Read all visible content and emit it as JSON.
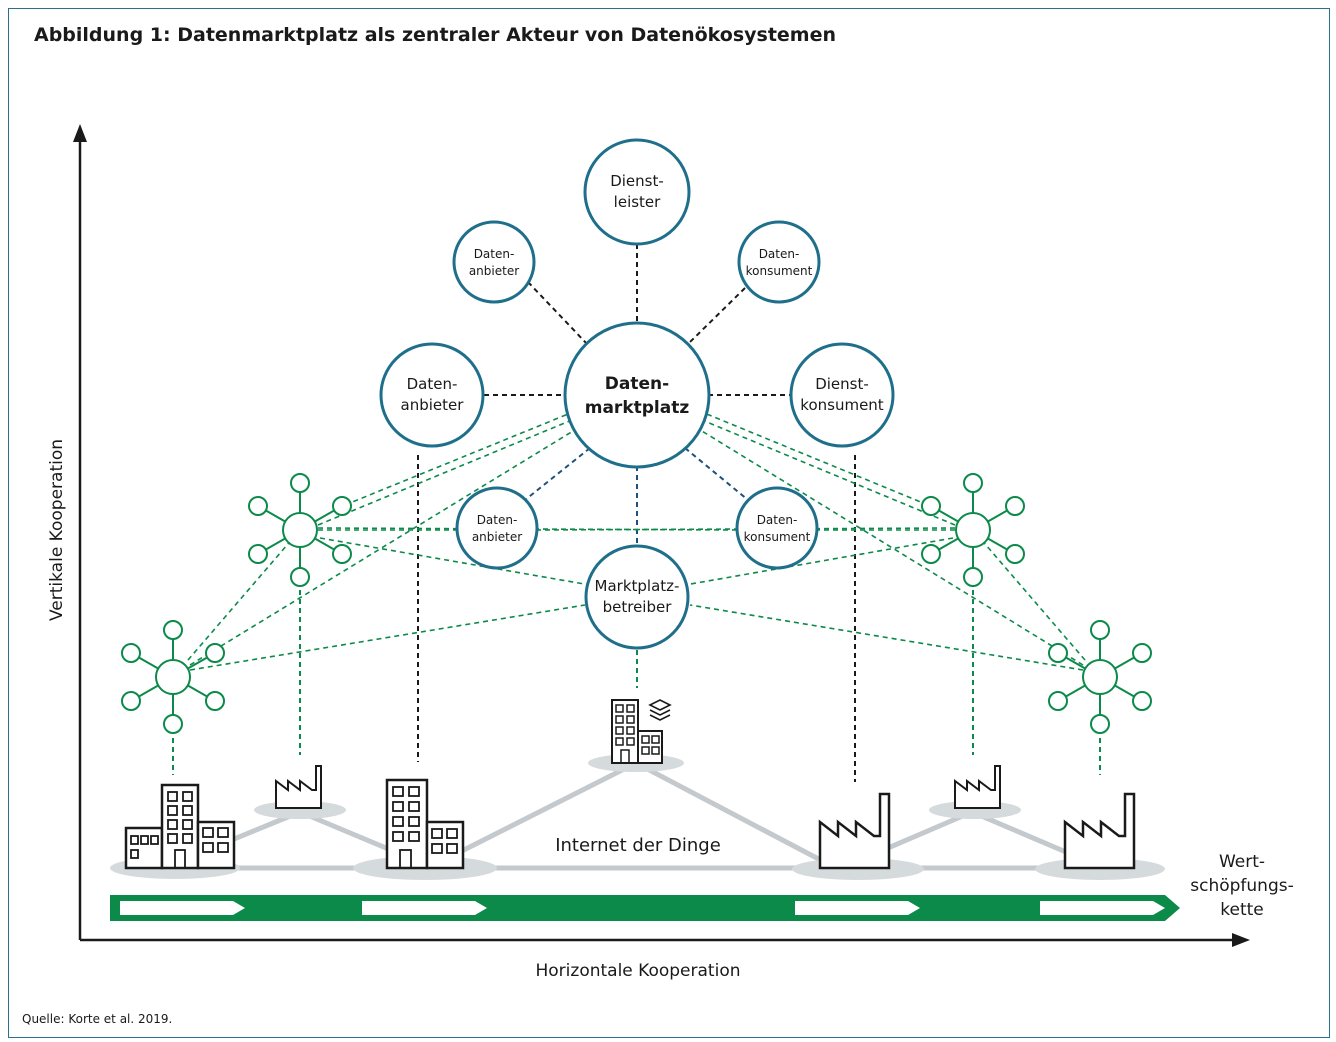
{
  "title": "Abbildung 1: Datenmarktplatz als zentraler Akteur von Datenökosystemen",
  "source": "Quelle: Korte et al. 2019.",
  "axes": {
    "y_label": "Vertikale Kooperation",
    "x_label": "Horizontale Kooperation",
    "value_chain": [
      "Wert-",
      "schöpfungs-",
      "kette"
    ]
  },
  "center": {
    "lines": [
      "Daten-",
      "marktplatz"
    ]
  },
  "nodes": {
    "dienstleister": [
      "Dienst-",
      "leister"
    ],
    "datenanbieter_top": [
      "Daten-",
      "anbieter"
    ],
    "datenkonsument_top": [
      "Daten-",
      "konsument"
    ],
    "datenanbieter_mid": [
      "Daten-",
      "anbieter"
    ],
    "dienstkonsument": [
      "Dienst-",
      "konsument"
    ],
    "datenanbieter_low": [
      "Daten-",
      "anbieter"
    ],
    "datenkonsument_low": [
      "Daten-",
      "konsument"
    ],
    "marktplatzbetreiber": [
      "Marktplatz-",
      "betreiber"
    ]
  },
  "iot_label": "Internet der Dinge",
  "colors": {
    "blue": "#1f6f8b",
    "green": "#0c8a4a",
    "gray": "#c3c9cc",
    "dark": "#1a1a1a"
  }
}
